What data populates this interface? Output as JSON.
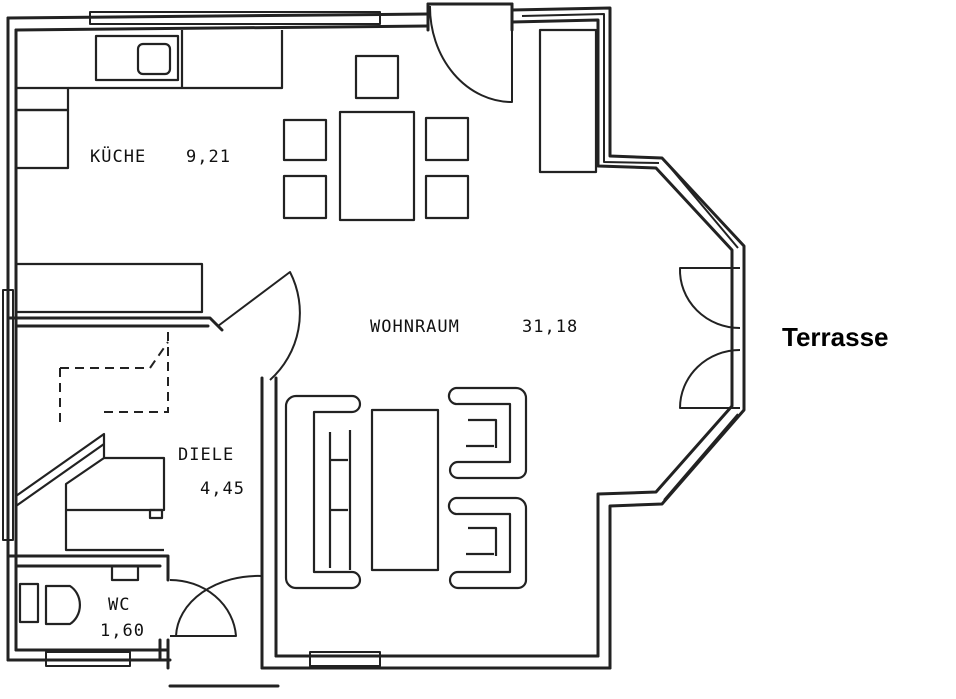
{
  "rooms": {
    "kueche": {
      "name": "KÜCHE",
      "area": "9,21"
    },
    "wohnraum": {
      "name": "WOHNRAUM",
      "area": "31,18"
    },
    "diele": {
      "name": "DIELE",
      "area": "4,45"
    },
    "wc": {
      "name": "WC",
      "area": "1,60"
    }
  },
  "outside": {
    "terrasse": "Terrasse"
  }
}
